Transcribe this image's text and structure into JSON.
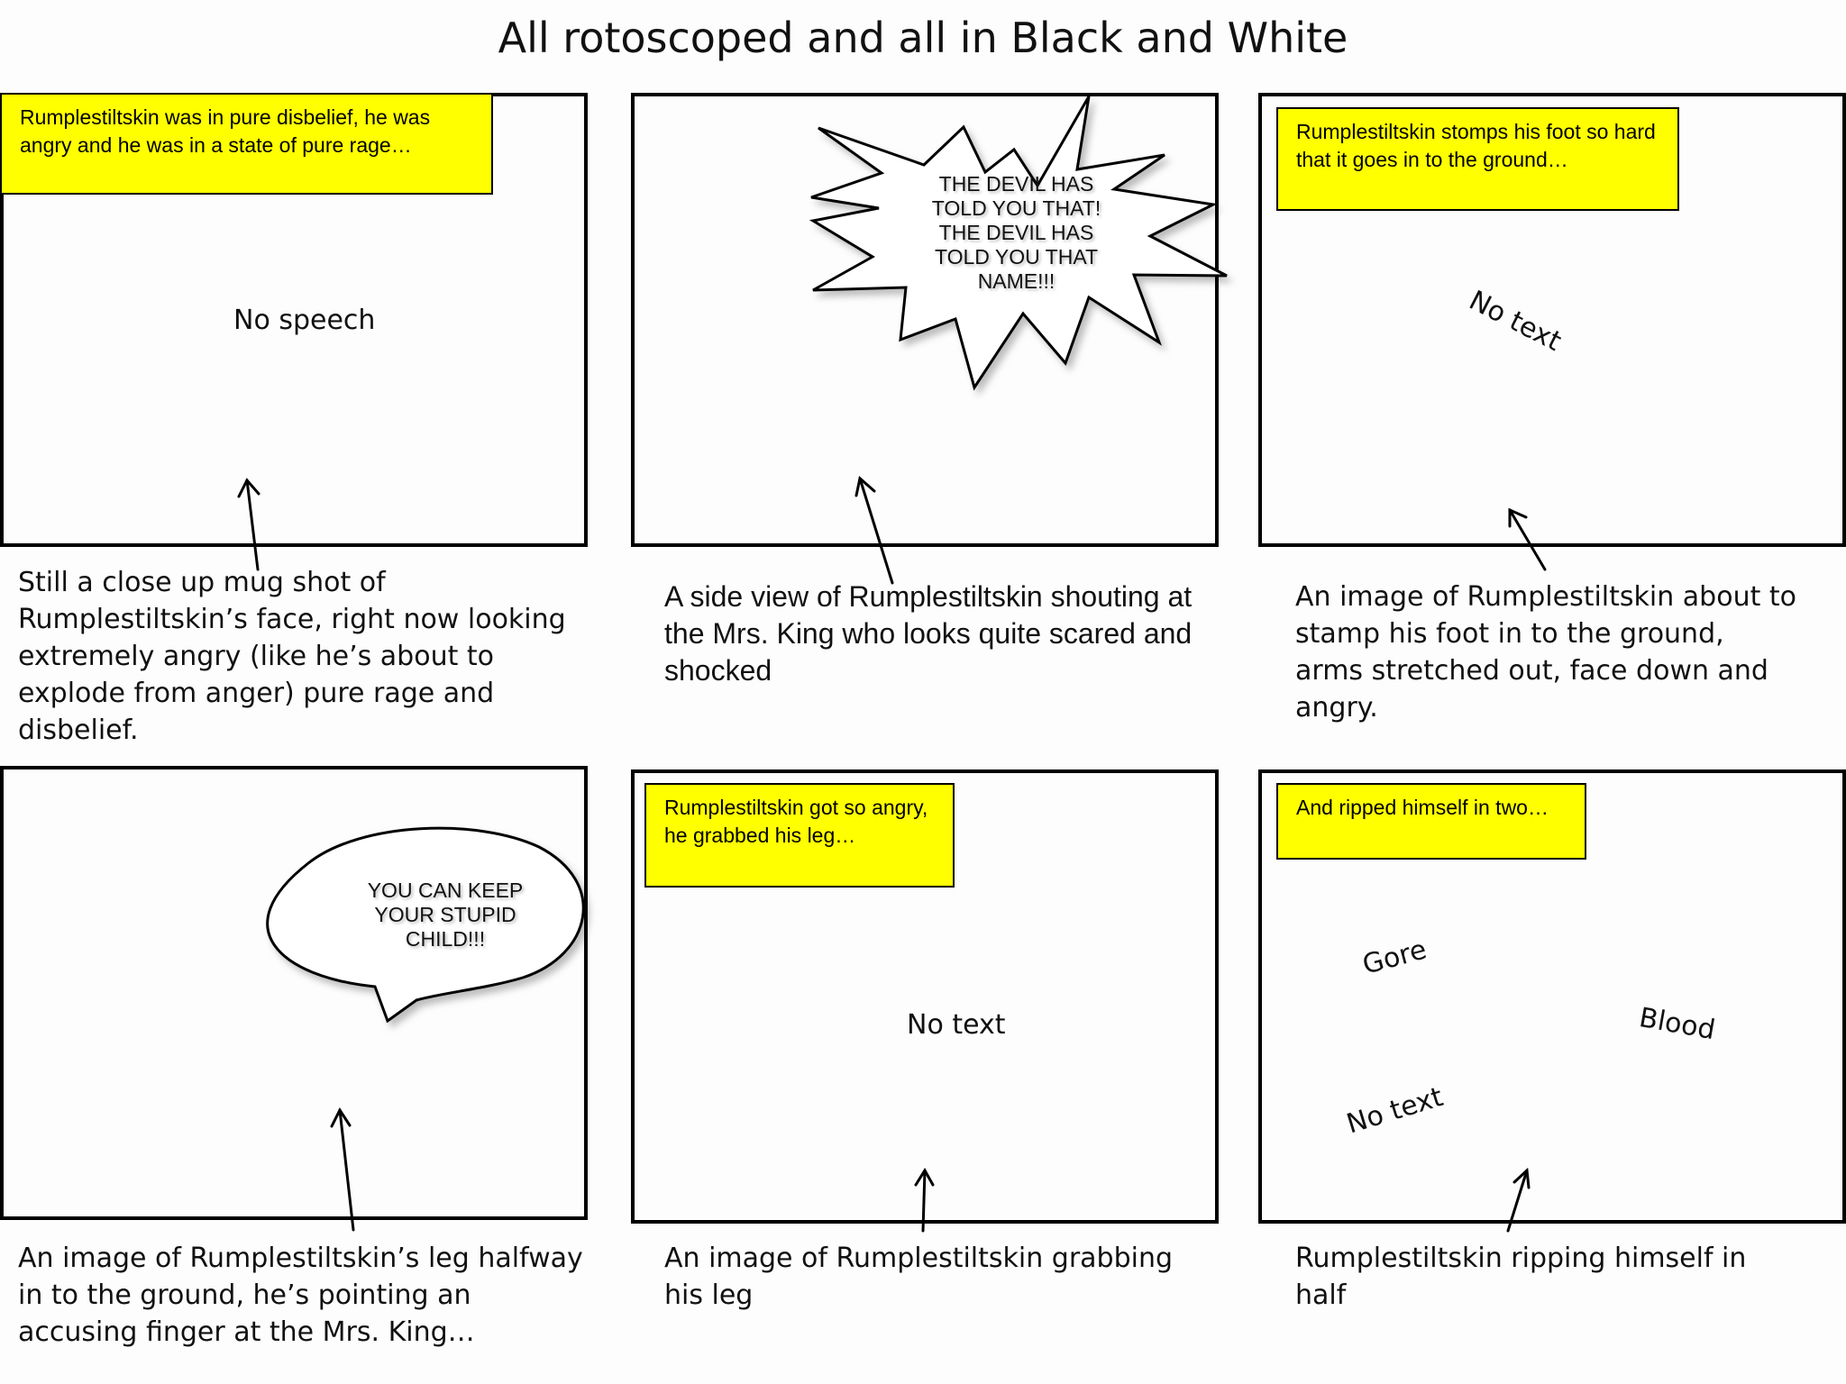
{
  "title": "All rotoscoped and all in Black and White",
  "panels": [
    {
      "caption": "Rumplestiltskin was in pure disbelief, he was angry and he was in a state of pure rage…",
      "inner": [
        "No speech"
      ],
      "description": "Still a close up mug shot of Rumplestiltskin’s face, right now looking extremely angry (like he’s about to explode from anger) pure rage and disbelief."
    },
    {
      "bubble": "THE DEVIL HAS TOLD YOU THAT! THE DEVIL HAS TOLD YOU THAT NAME!!!",
      "description": "A side view of Rumplestiltskin shouting at the Mrs. King who looks quite scared and shocked"
    },
    {
      "caption": "Rumplestiltskin stomps his foot so hard that it goes in to the ground…",
      "inner": [
        "No text"
      ],
      "description": "An image of Rumplestiltskin about to stamp his foot in to the ground, arms stretched out, face down and angry."
    },
    {
      "bubble": "YOU CAN KEEP YOUR STUPID CHILD!!!",
      "description": "An image of Rumplestiltskin’s leg halfway in to the ground, he’s pointing an accusing finger at the Mrs. King…"
    },
    {
      "caption": "Rumplestiltskin got so angry, he grabbed his leg…",
      "inner": [
        "No text"
      ],
      "description": "An image of Rumplestiltskin grabbing his leg"
    },
    {
      "caption": "And ripped himself in two…",
      "inner": [
        "Gore",
        "Blood",
        "No text"
      ],
      "description": "Rumplestiltskin ripping himself in half"
    }
  ]
}
